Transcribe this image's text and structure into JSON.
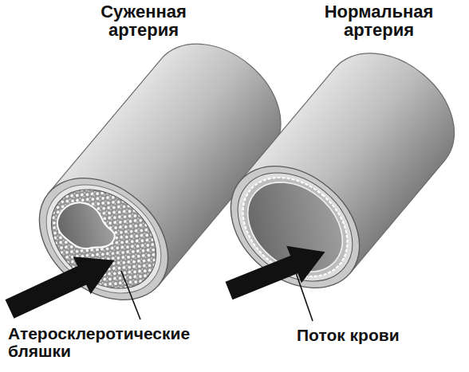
{
  "diagram": {
    "labels": [
      "Суженная артерия",
      "Нормальная артерия",
      "Атеросклеротические бляшки",
      "Поток крови"
    ]
  }
}
